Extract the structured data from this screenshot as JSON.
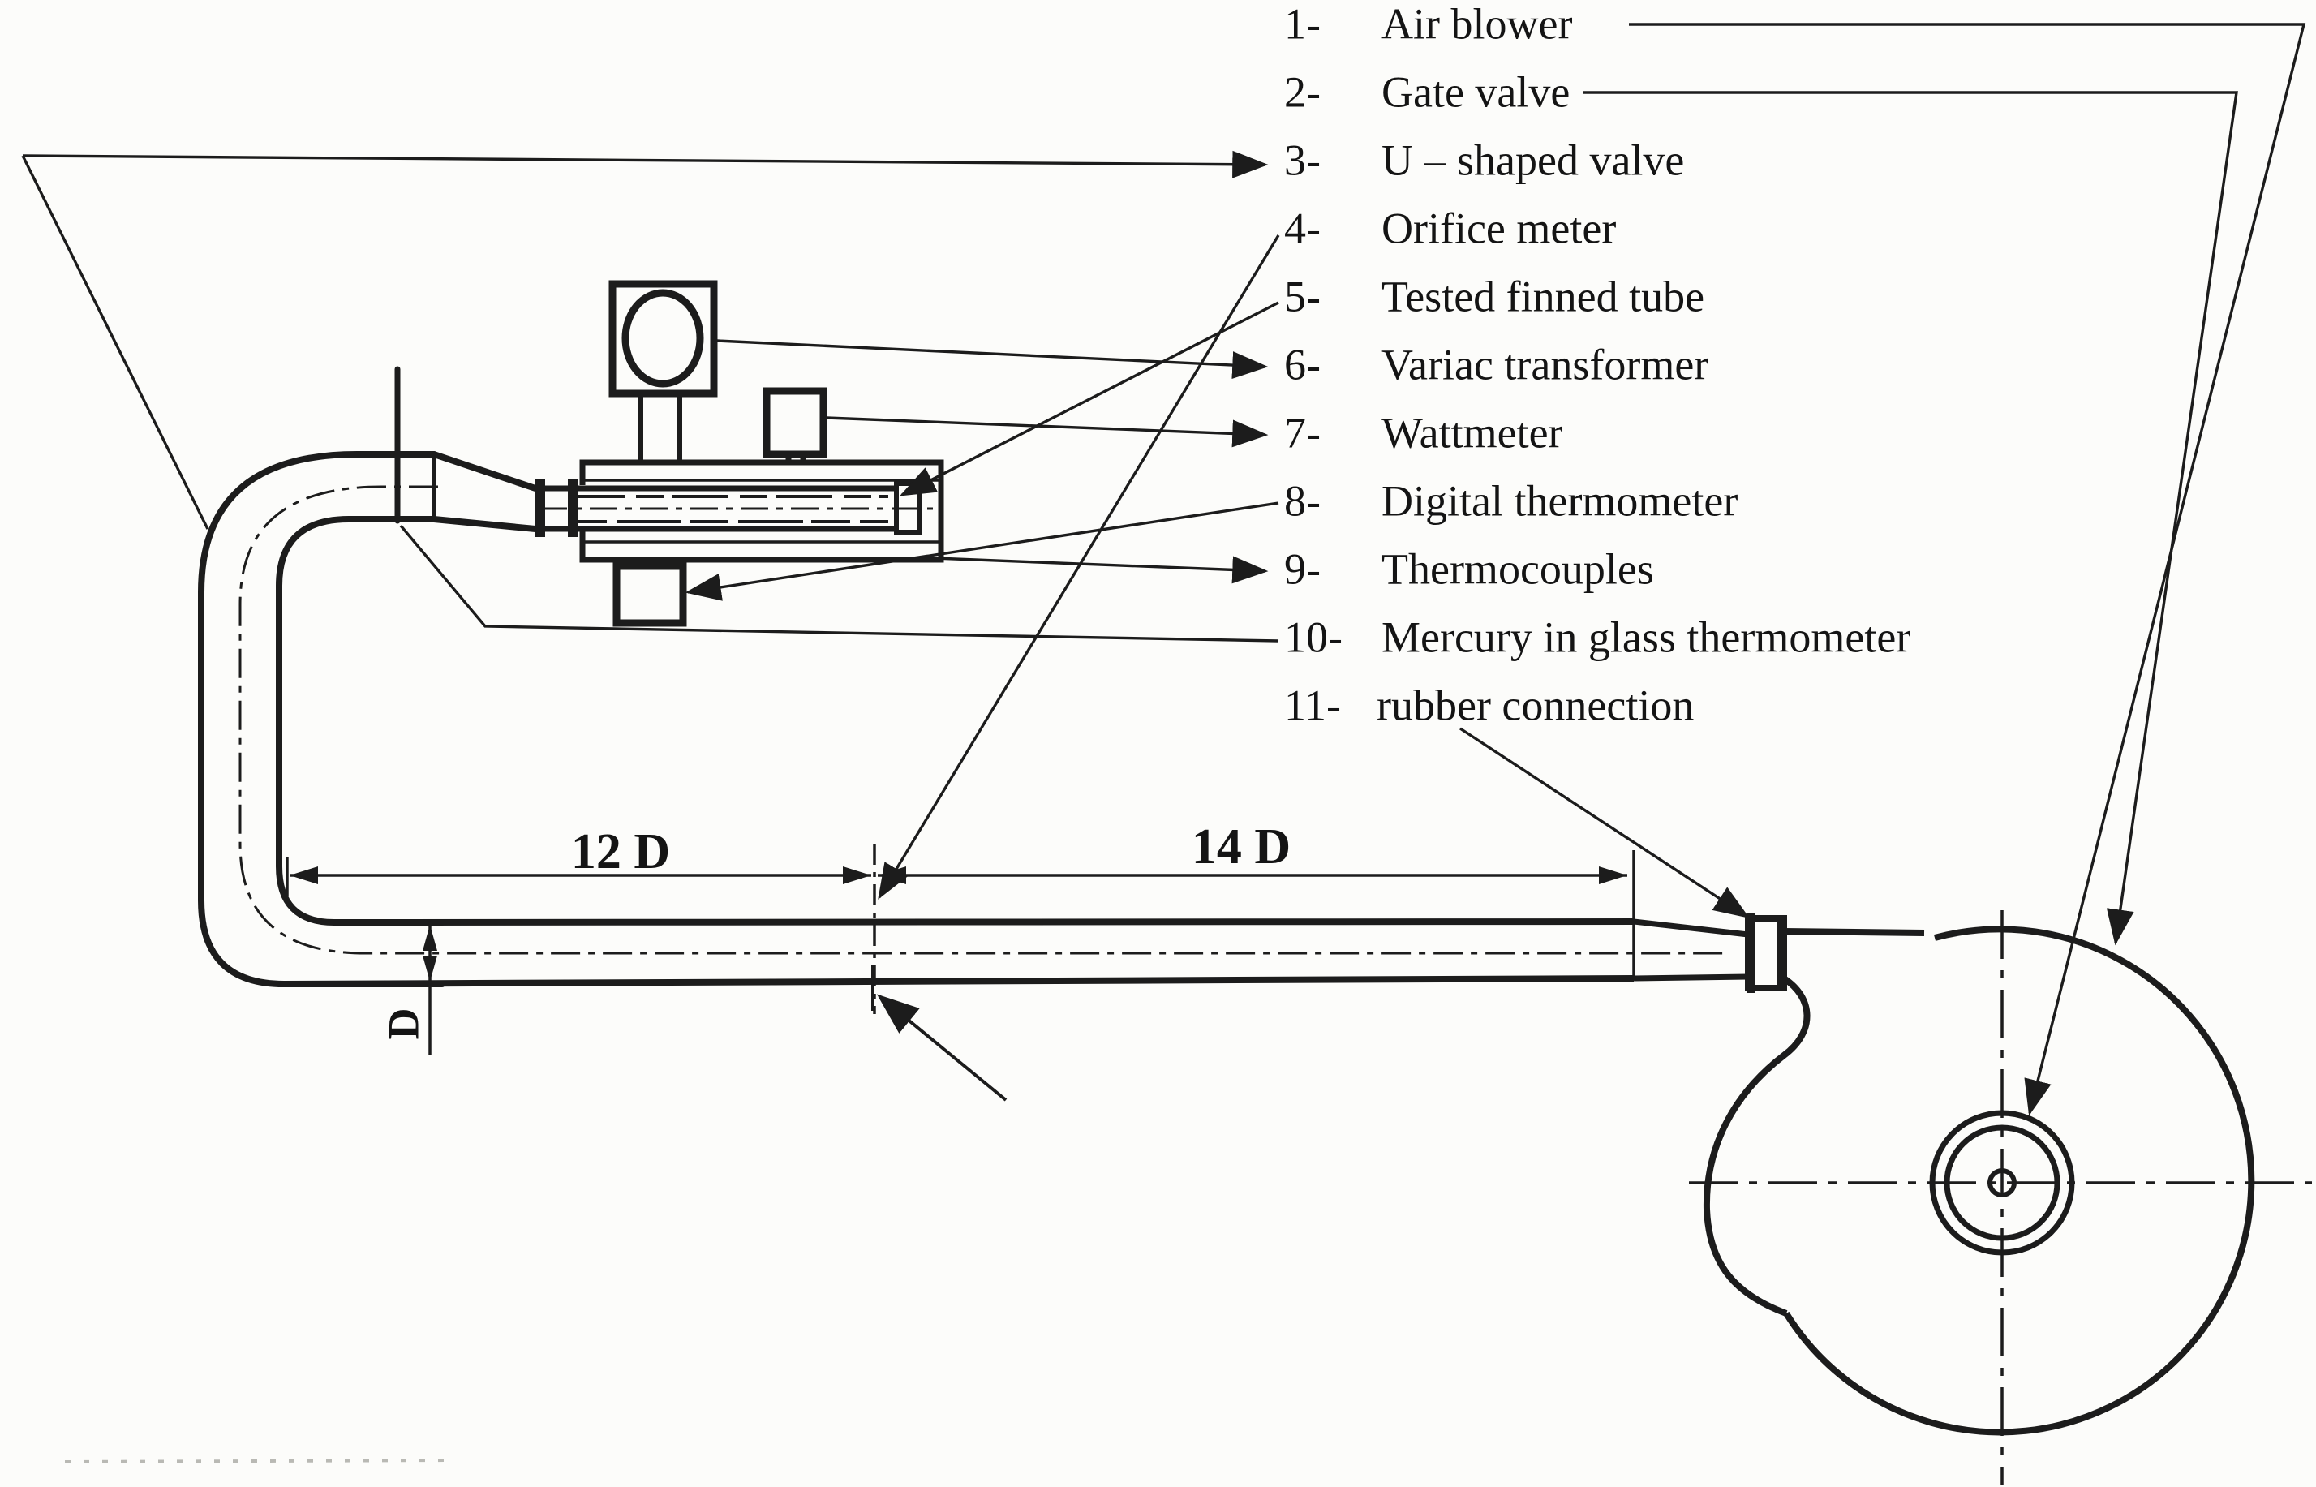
{
  "figure": {
    "description": "Schematic diagram of experimental apparatus: air blower, duct with orifice meter, U-shaped bend and tested finned tube section",
    "style": "black-ink scanned line drawing on white paper"
  },
  "colors": {
    "ink": "#1c1c1c",
    "paper": "#fcfcfa"
  },
  "legend": {
    "items": [
      {
        "num": "1-",
        "label": "Air blower"
      },
      {
        "num": "2-",
        "label": "Gate valve"
      },
      {
        "num": "3-",
        "label": "U – shaped valve"
      },
      {
        "num": "4-",
        "label": "Orifice meter"
      },
      {
        "num": "5-",
        "label": "Tested finned tube"
      },
      {
        "num": "6-",
        "label": "Variac transformer"
      },
      {
        "num": "7-",
        "label": "Wattmeter"
      },
      {
        "num": "8-",
        "label": "Digital thermometer"
      },
      {
        "num": "9-",
        "label": "Thermocouples"
      },
      {
        "num": "10-",
        "label": "Mercury in glass thermometer"
      },
      {
        "num": "11-",
        "label": "rubber connection"
      }
    ]
  },
  "dimensions": {
    "upstream_length": "12 D",
    "downstream_length": "14 D",
    "duct_diameter": "D"
  }
}
